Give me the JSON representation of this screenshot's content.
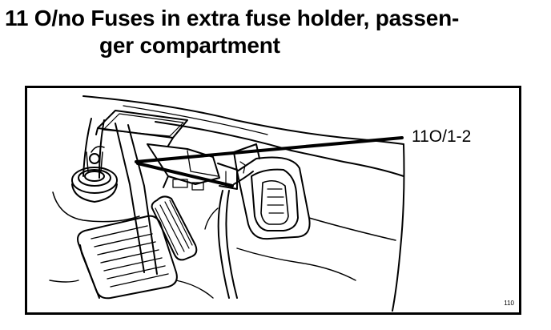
{
  "heading": {
    "line1": "11 O/no Fuses in extra fuse holder, passen-",
    "line2": "ger compartment"
  },
  "figure": {
    "callout_label": "11O/1-2",
    "figure_number": "110"
  },
  "colors": {
    "ink": "#000000",
    "paper": "#ffffff"
  }
}
